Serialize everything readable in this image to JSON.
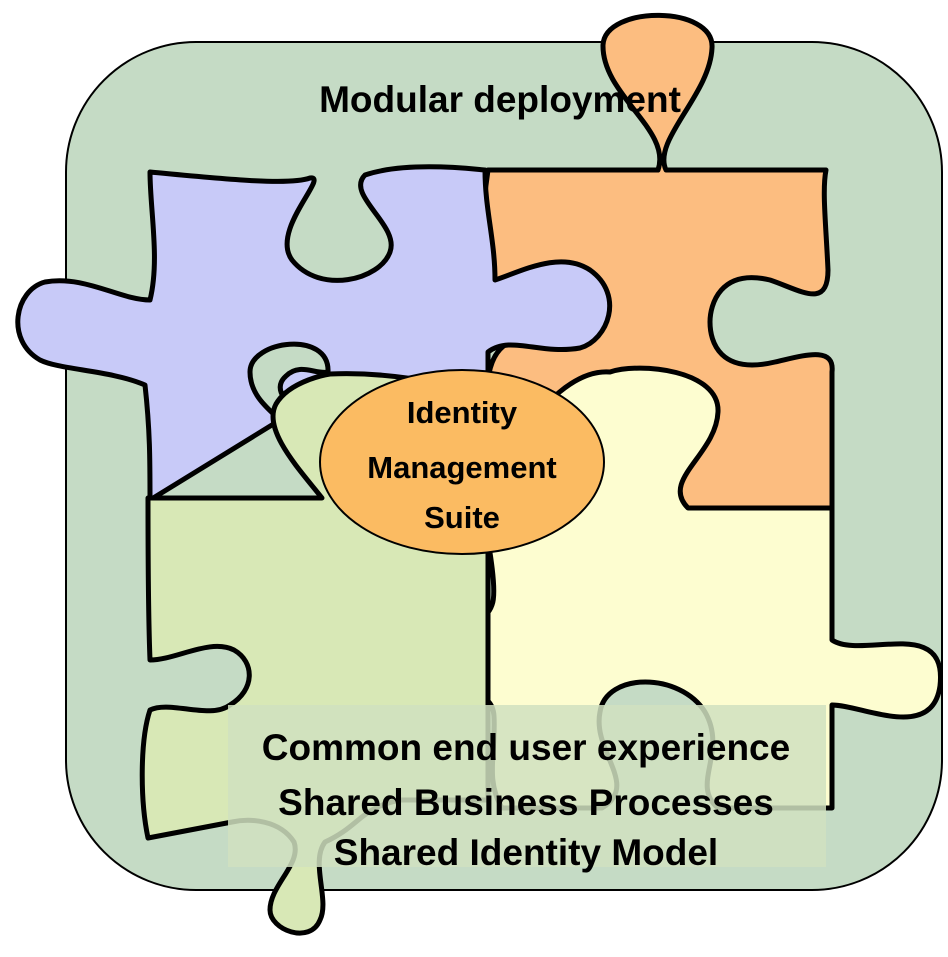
{
  "diagram": {
    "top_label": "Modular deployment",
    "center_label": [
      "Identity",
      "Management",
      "Suite"
    ],
    "bottom_label": [
      "Common end user experience",
      "Shared Business Processes",
      "Shared Identity Model"
    ],
    "colors": {
      "frame": "#c5dbc5",
      "piece_blue": "#c8caf8",
      "piece_orange": "#fcbd80",
      "piece_green": "#d8e8b6",
      "piece_yellow": "#fdfdd0",
      "ellipse": "#fbbb62",
      "bottom_band": "#d0e0c0"
    }
  }
}
